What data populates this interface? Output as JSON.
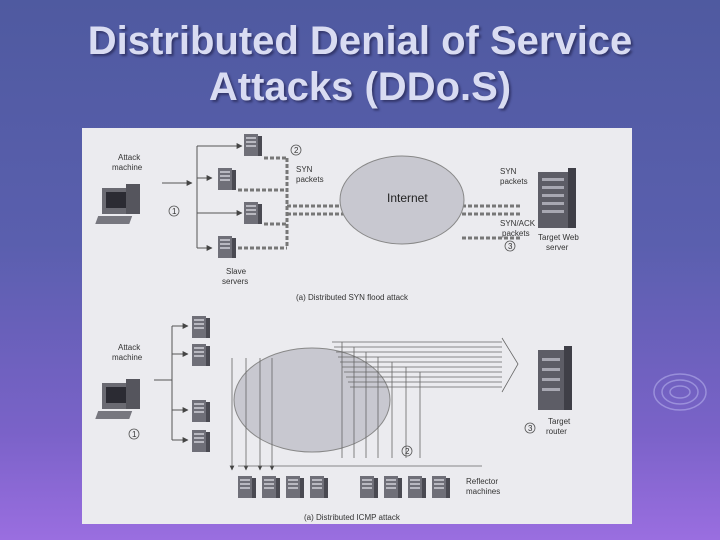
{
  "title_line1": "Distributed Denial of Service",
  "title_line2": "Attacks (DDo.S)",
  "diagram_a": {
    "attack_machine": "Attack machine",
    "attack_machine_l1": "Attack",
    "attack_machine_l2": "machine",
    "step1": "1",
    "step2": "2",
    "step3": "3",
    "syn_packets_l1": "SYN",
    "syn_packets_l2": "packets",
    "syn_packets2_l1": "SYN",
    "syn_packets2_l2": "packets",
    "synack_l1": "SYN/ACK",
    "synack_l2": "packets",
    "internet": "Internet",
    "target_l1": "Target Web",
    "target_l2": "server",
    "slave_l1": "Slave",
    "slave_l2": "servers",
    "caption": "(a) Distributed SYN flood attack"
  },
  "diagram_b": {
    "attack_machine_l1": "Attack",
    "attack_machine_l2": "machine",
    "step1": "1",
    "step2": "2",
    "step3": "3",
    "target_l1": "Target",
    "target_l2": "router",
    "reflector_l1": "Reflector",
    "reflector_l2": "machines",
    "caption": "(a) Distributed ICMP attack"
  }
}
